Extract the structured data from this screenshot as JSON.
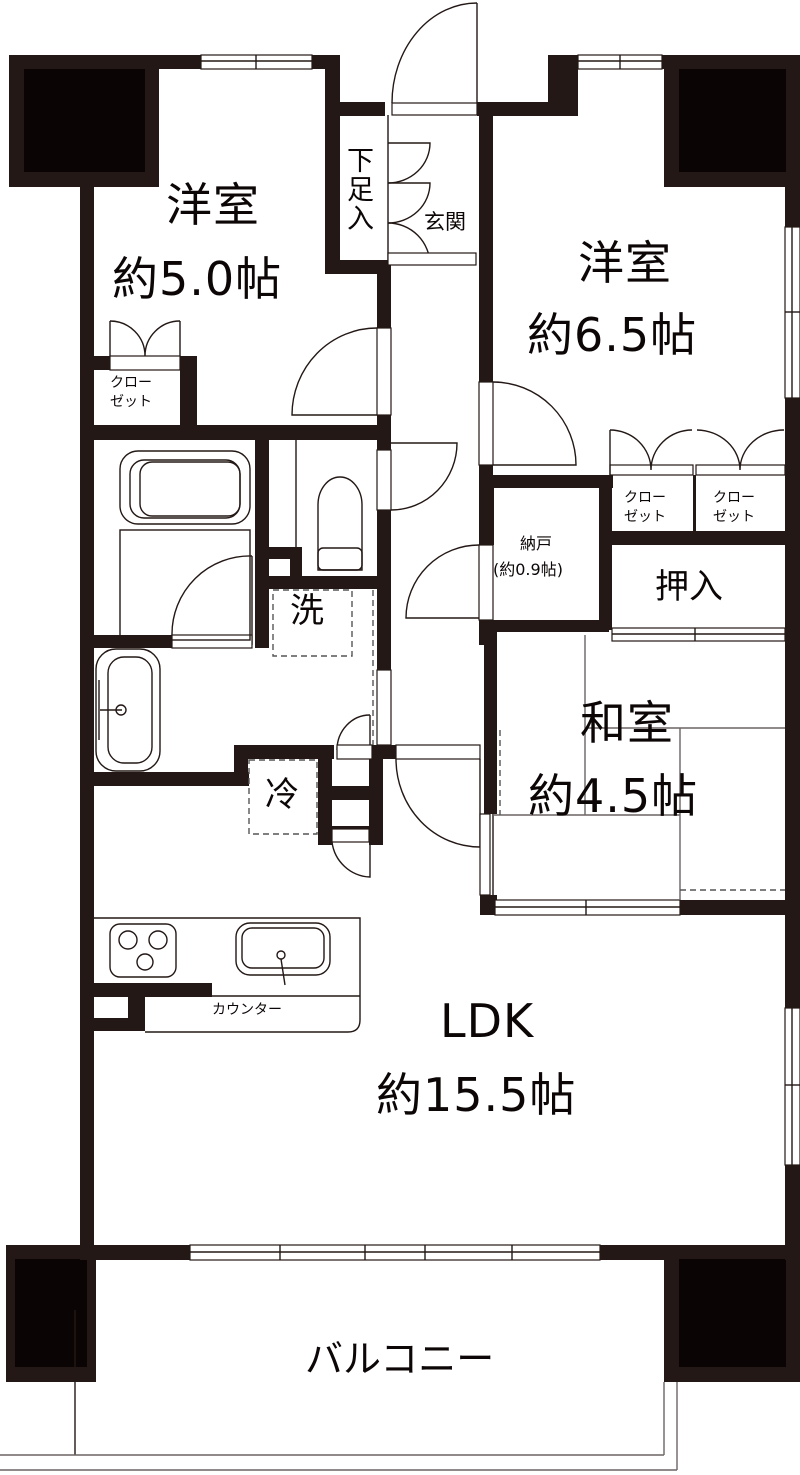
{
  "floor_plan": {
    "rooms": {
      "western_room_1": {
        "name": "洋室",
        "size": "約5.0帖"
      },
      "western_room_2": {
        "name": "洋室",
        "size": "約6.5帖"
      },
      "japanese_room": {
        "name": "和室",
        "size": "約4.5帖"
      },
      "ldk": {
        "name": "LDK",
        "size": "約15.5帖"
      },
      "storage_room": {
        "name": "納戸",
        "size": "(約0.9帖)"
      },
      "entrance": {
        "name": "玄関"
      },
      "shoe_box": {
        "name": "下足入"
      },
      "oshiire": {
        "name": "押入"
      },
      "balcony": {
        "name": "バルコニー"
      }
    },
    "closets": [
      {
        "line1": "クロー",
        "line2": "ゼット"
      },
      {
        "line1": "クロー",
        "line2": "ゼット"
      },
      {
        "line1": "クロー",
        "line2": "ゼット"
      }
    ],
    "fixtures": {
      "washer": "洗",
      "fridge": "冷",
      "counter": "カウンター"
    },
    "colors": {
      "wall": "#231815",
      "column": "#0b0404",
      "background": "#ffffff"
    }
  }
}
